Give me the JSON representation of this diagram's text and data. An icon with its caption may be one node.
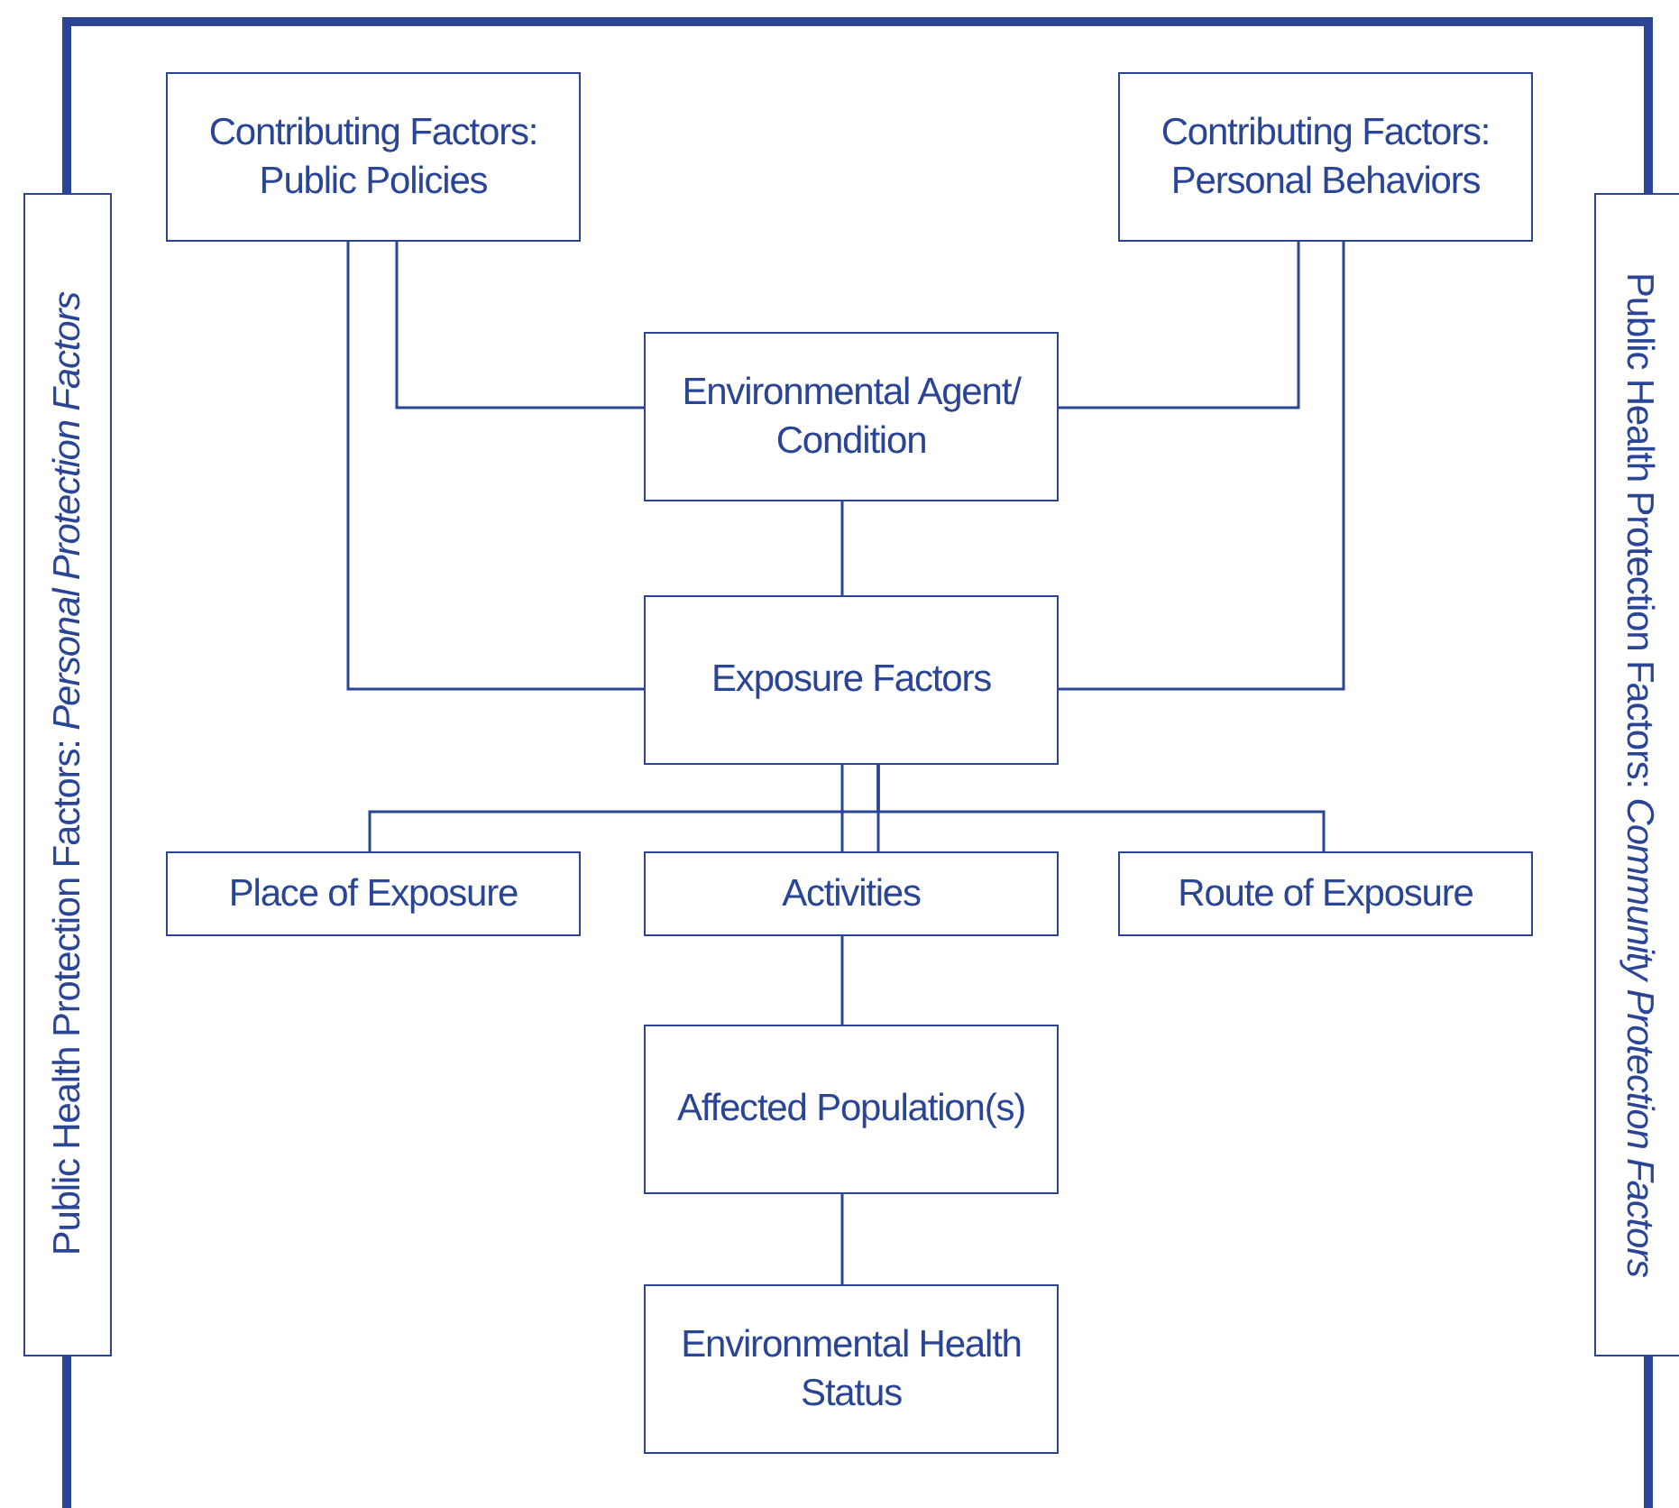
{
  "diagram": {
    "nodes": [
      {
        "text": [
          "Contributing Factors: Public Policies"
        ]
      },
      {
        "text": [
          "Contributing Factors: Personal Behaviors"
        ]
      },
      {
        "text": [
          "Environmental Agent/ Condition"
        ]
      },
      {
        "text": [
          "Exposure Factors"
        ]
      },
      {
        "text": [
          "Place of Exposure"
        ]
      },
      {
        "text": [
          "Activities"
        ]
      },
      {
        "text": [
          "Route of Exposure"
        ]
      },
      {
        "text": [
          "Affected Population(s)"
        ]
      },
      {
        "text": [
          "Environmental Health Status"
        ]
      },
      {
        "text": [
          "Public Health Protection Factors:  *Personal Protection Factors*"
        ]
      },
      {
        "text": [
          "Public Health Protection Factors:  *Community Protection Factors*"
        ]
      }
    ],
    "edges": [
      {
        "from": 0,
        "to": 2,
        "arrow": "none"
      },
      {
        "from": 0,
        "to": 3,
        "arrow": "none"
      },
      {
        "from": 1,
        "to": 2,
        "arrow": "none"
      },
      {
        "from": 1,
        "to": 3,
        "arrow": "none"
      },
      {
        "from": 2,
        "to": 3,
        "arrow": "none"
      },
      {
        "from": 3,
        "to": 4,
        "arrow": "none"
      },
      {
        "from": 3,
        "to": 5,
        "arrow": "none"
      },
      {
        "from": 3,
        "to": 6,
        "arrow": "none"
      },
      {
        "from": 5,
        "to": 7,
        "arrow": "none"
      },
      {
        "from": 7,
        "to": 8,
        "arrow": "none"
      }
    ]
  }
}
